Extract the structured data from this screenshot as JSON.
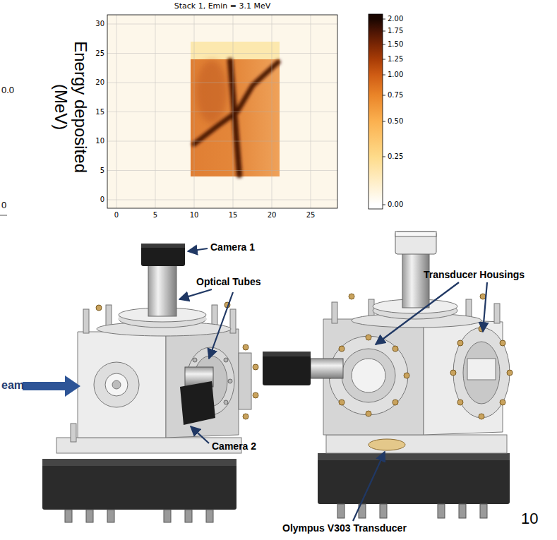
{
  "diagram": {
    "labels": [
      "Stack 1, Emin = 3.1 MeV",
      "2.00",
      "1.75",
      "1.50",
      "1.25",
      "1.00",
      "0.75",
      "0.50",
      "0.25",
      "0.00",
      "30",
      "25",
      "20",
      "15",
      "10",
      "5",
      "0",
      "0",
      "5",
      "10",
      "15",
      "20",
      "25",
      "Energy deposited (MeV)",
      "0.0",
      "0",
      "Camera 1",
      "Optical Tubes",
      "Transducer Housings",
      "eam",
      "Camera 2",
      "Olympus V303 Transducer",
      "10"
    ]
  }
}
